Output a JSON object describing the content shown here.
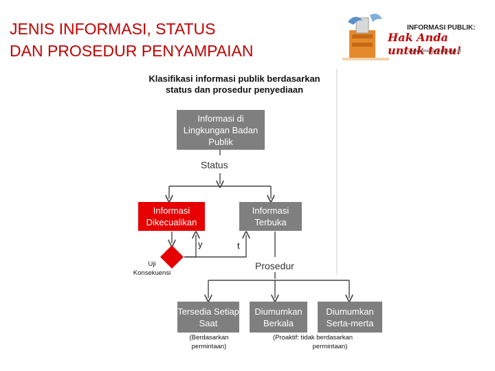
{
  "slide": {
    "title_line1": "JENIS INFORMASI, STATUS",
    "title_line2": "DAN PROSEDUR PENYAMPAIAN"
  },
  "logo": {
    "heading": "INFORMASI PUBLIK:",
    "slogan": "Hak Anda untuk tahu!",
    "url": "www.komisiinformasi.go.id"
  },
  "diagram": {
    "title_line1": "Klasifikasi informasi publik berdasarkan",
    "title_line2": "status dan prosedur penyediaan",
    "root": "Informasi di Lingkungan Badan Publik",
    "status_label": "Status",
    "excluded": "Informasi Dikecualikan",
    "open": "Informasi Terbuka",
    "yes_label": "y",
    "no_label": "t",
    "test_label_line1": "Uji",
    "test_label_line2": "Konsekuensi",
    "procedure_label": "Prosedur",
    "proc1": "Tersedia Setiap Saat",
    "proc2": "Diumumkan Berkala",
    "proc3": "Diumumkan Serta-merta",
    "note1_line1": "(Berdasarkan",
    "note1_line2": "permintaan)",
    "note2_line1": "(Proaktif: tidak berdasarkan",
    "note2_line2": "permintaan)"
  },
  "colors": {
    "title_red": "#c00000",
    "box_gray": "#7f7f7f",
    "box_red": "#e60000",
    "line": "#444444"
  }
}
